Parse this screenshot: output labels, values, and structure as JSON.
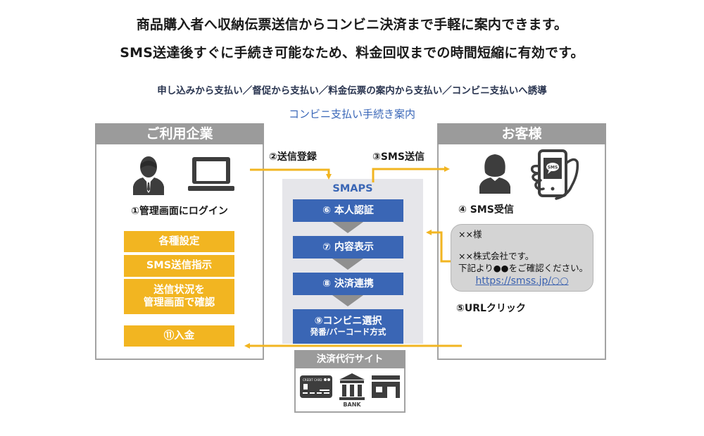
{
  "header": {
    "line1": "商品購入者へ収納伝票送信からコンビニ決済まで手軽に案内できます。",
    "line2": "SMS送達後すぐに手続き可能なため、料金回収までの時間短縮に有効です。",
    "subtitle": "申し込みから支払い／督促から支払い／料金伝票の案内から支払い／コンビニ支払いへ誘導",
    "flow_title": "コンビニ支払い手続き案内"
  },
  "company_panel": {
    "title": "ご利用企業",
    "login_label": "①管理画面にログイン",
    "actions": [
      "各種設定",
      "SMS送信指示",
      "送信状況を",
      "管理画面で確認"
    ],
    "payment_label": "⑪入金",
    "icons": [
      "businessman-icon",
      "laptop-icon"
    ]
  },
  "middle": {
    "step2_label": "②送信登録",
    "step3_label": "③SMS送信",
    "smaps_title": "SMAPS",
    "steps": [
      {
        "label": "⑥ 本人認証"
      },
      {
        "label": "⑦ 内容表示"
      },
      {
        "label": "⑧ 決済連携"
      },
      {
        "label": "⑨コンビニ選択",
        "sub": "発番/バーコード方式"
      }
    ],
    "site": {
      "title": "決済代行サイト",
      "card_text": "CREDIT CARD",
      "bank_text": "BANK"
    }
  },
  "customer_panel": {
    "title": "お客様",
    "sms_label": "④ SMS受信",
    "phone_badge": "SMS",
    "message": {
      "line1": "××様",
      "line2": "××株式会社です。",
      "line3": "下記より●●をご確認ください。",
      "link": "https://smss.jp/○○"
    },
    "click_label": "⑤URLクリック"
  },
  "colors": {
    "accent_yellow": "#f2b521",
    "step_blue": "#3a66b5",
    "panel_gray": "#9b9b9b",
    "title_blue": "#3a67b8"
  }
}
